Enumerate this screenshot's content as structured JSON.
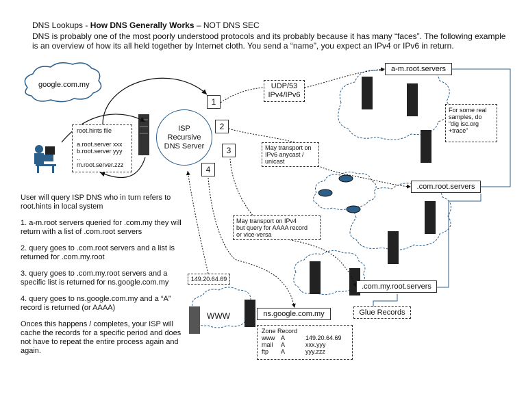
{
  "header": {
    "title_prefix": "DNS Lookups  - ",
    "title_bold": "How DNS Generally Works",
    "title_suffix": " – NOT DNS SEC",
    "intro_lines": [
      "DNS is probably one of the most poorly understood protocols and its probably because it has many “faces”.  The following example",
      "is an overview of how its all held together by Internet cloth.  You send a “name”, you expect an IPv4 or IPv6 in return."
    ]
  },
  "diagram": {
    "query_cloud": "google.com.my",
    "root_hints": {
      "title": "root.hints file",
      "lines": [
        "a.root.server xxx",
        "b.root.server yyy",
        "..",
        "m.root.server.zzz"
      ]
    },
    "isp_server": [
      "ISP",
      "Recursive",
      "DNS Server"
    ],
    "steps": [
      "1",
      "2",
      "3",
      "4"
    ],
    "udp_label": [
      "UDP/53",
      "IPv4/IPv6"
    ],
    "anycast_label": [
      "May transport on",
      "IPv6 anycast /",
      "unicast"
    ],
    "ipv4_label": [
      "May transport on IPv4",
      "but query for AAAA record",
      "or vice-versa"
    ],
    "ip_address": "149.20.64.69",
    "servers": {
      "root": "a-m.root.servers",
      "com": ".com.root.servers",
      "commy": ".com.my.root.servers",
      "ns": "ns.google.com.my"
    },
    "real_samples": [
      "For some real",
      "samples, do",
      "“dig isc.org",
      "+trace”"
    ],
    "www_label": "WWW",
    "glue_label": "Glue Records",
    "zone": {
      "title": "Zone Record",
      "rows": [
        [
          "www",
          "A",
          "149.20.64.69"
        ],
        [
          "mail",
          "A",
          "xxx.yyy"
        ],
        [
          "ftp",
          "A",
          "yyy.zzz"
        ]
      ]
    }
  },
  "notes": [
    "User will query ISP DNS who in turn refers to root.hints in local system",
    "1. a-m.root servers queried for .com.my they will return with a list of .com.root servers",
    "2. query goes to .com.root servers and a list is returned for .com.my.root",
    "3. query goes to .com.my.root servers and a specific list is returned for ns.google.com.my",
    "4. query goes to ns.google.com.my and a “A” record is returned (or AAAA)",
    "Onces this happens / completes, your ISP will cache the records for a specific period and does not have to repeat the entire process again and again."
  ],
  "colors": {
    "link_line": "#2c5f8a",
    "server": "#222222",
    "cloud_edge": "#2c5f8a"
  }
}
